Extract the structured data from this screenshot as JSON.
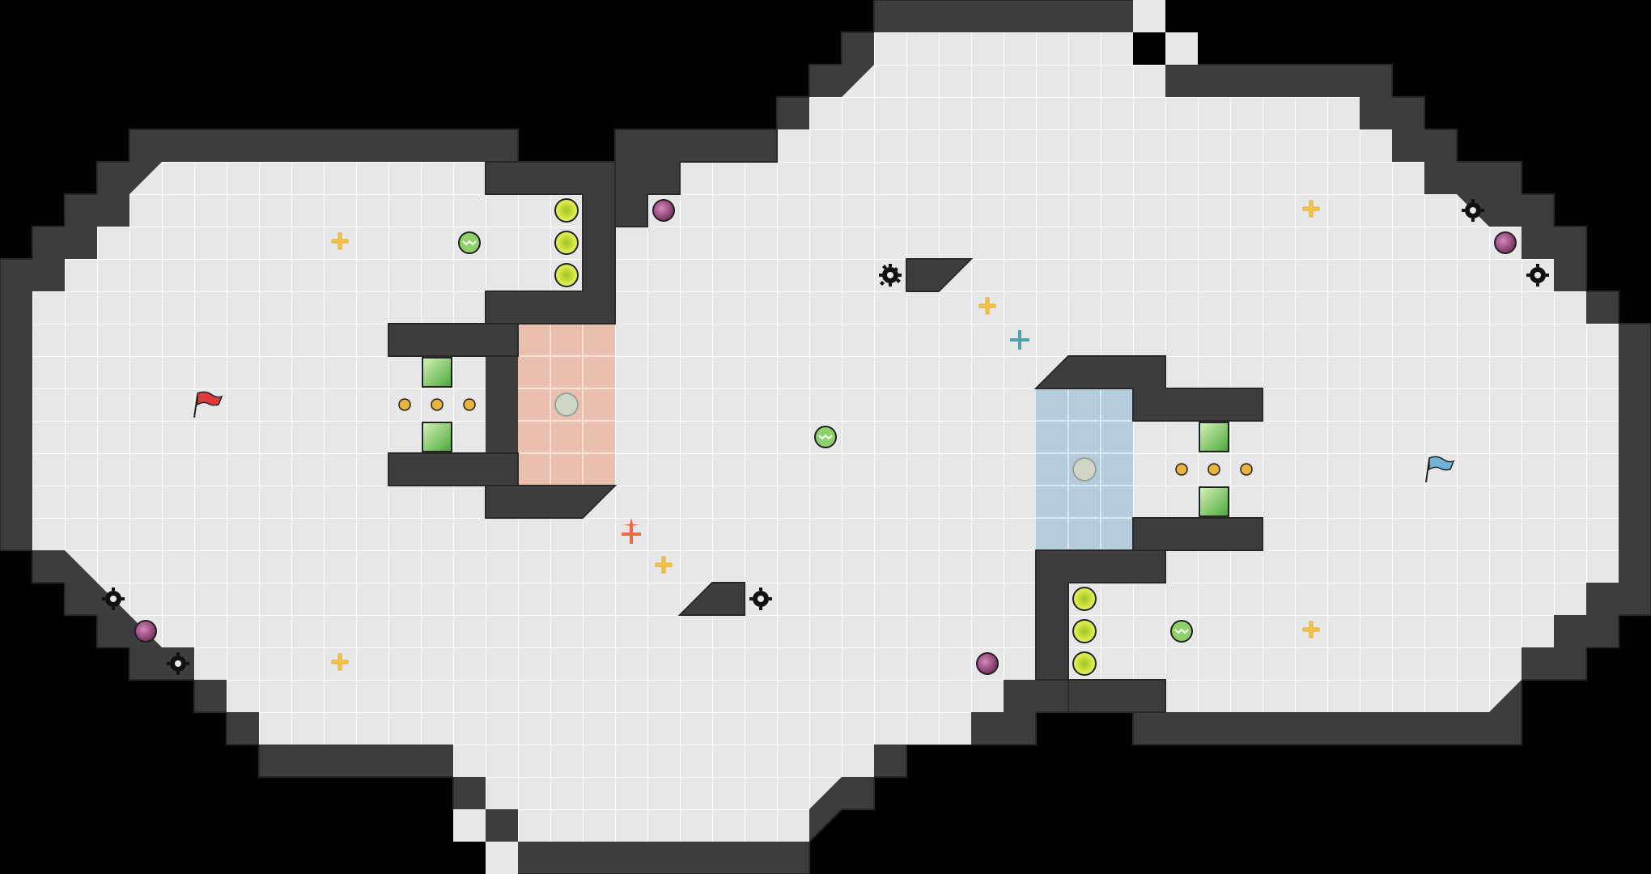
{
  "map": {
    "name": "ctf-map",
    "colors": {
      "background": "#000000",
      "floor": "#e7e7ea",
      "grid": "#ffffff",
      "wall": "#3d3d3f",
      "wall_edge": "#2a2a2c",
      "red_base": "#f3c6b4",
      "blue_base": "#bcd4e6",
      "red_flag": "#e03a3a",
      "blue_flag": "#6fb4d8",
      "boost_green": "#8fd16a",
      "powerup": "#f3c846",
      "bomb": "#a04e83",
      "spike": "#111111",
      "gate": "#d8f04a",
      "portal": "#e8b33a"
    }
  },
  "entities": {
    "flags": [
      {
        "team": "red",
        "icon": "red-flag-icon"
      },
      {
        "team": "blue",
        "icon": "blue-flag-icon"
      }
    ],
    "spawn_points": [
      {
        "team": "red",
        "icon": "red-spawn-icon"
      },
      {
        "team": "blue",
        "icon": "blue-spawn-icon"
      }
    ],
    "icons": [
      "spike-icon",
      "bomb-icon",
      "boost-icon",
      "powerup-icon",
      "gate-button-icon",
      "portal-icon",
      "team-boost-icon"
    ]
  }
}
